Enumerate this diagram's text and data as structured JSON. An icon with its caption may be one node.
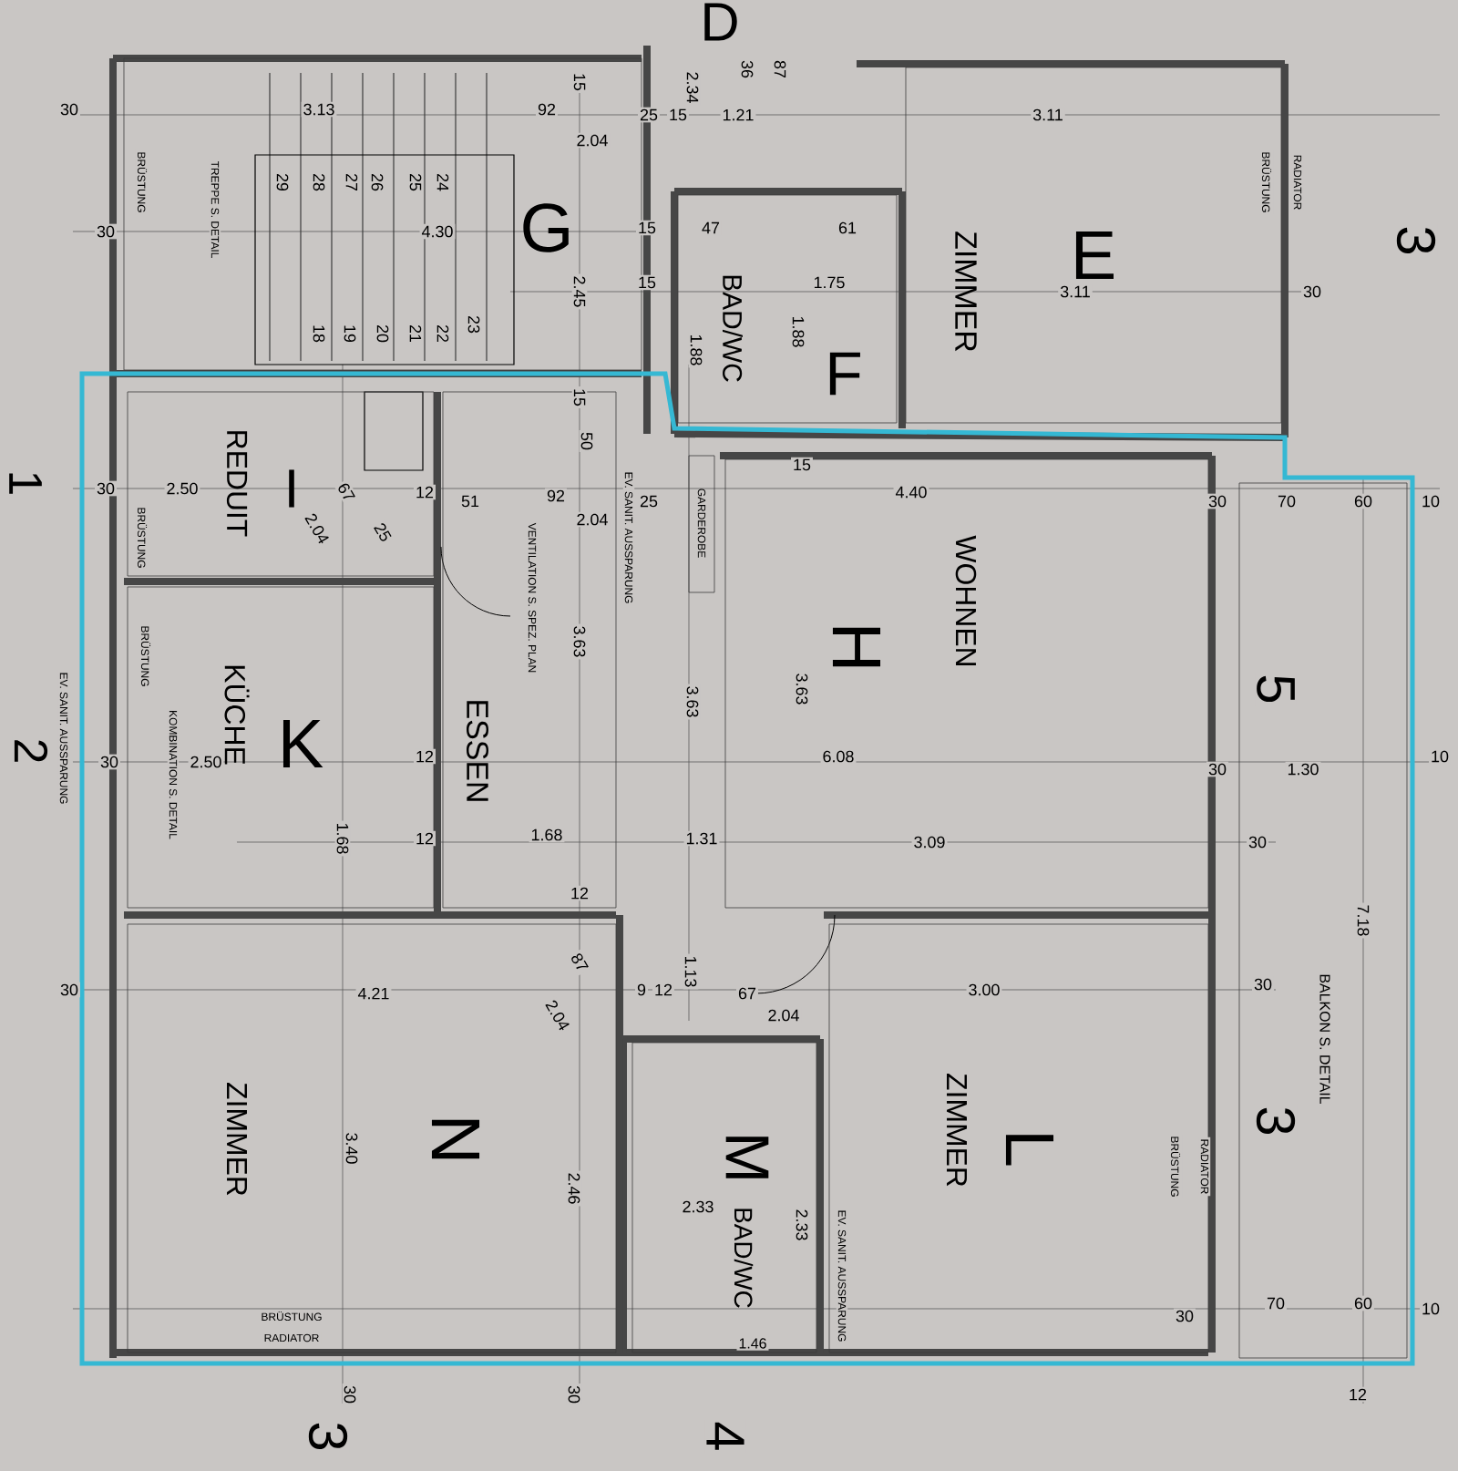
{
  "diagram": {
    "nodes": [
      {
        "text": [
          "G"
        ]
      },
      {
        "text": [
          "F",
          "BAD/WC"
        ]
      },
      {
        "text": [
          "E",
          "ZIMMER"
        ]
      },
      {
        "text": [
          "I",
          "REDUIT"
        ]
      },
      {
        "text": [
          "K",
          "KÜCHE"
        ]
      },
      {
        "text": [
          "ESSEN"
        ]
      },
      {
        "text": [
          "H",
          "WOHNEN"
        ]
      },
      {
        "text": [
          "BALKON S. DETAIL"
        ]
      },
      {
        "text": [
          "N",
          "ZIMMER"
        ]
      },
      {
        "text": [
          "M",
          "BAD/WC"
        ]
      },
      {
        "text": [
          "L",
          "ZIMMER"
        ]
      },
      {
        "text": [
          "GARDEROBE"
        ]
      }
    ],
    "edges": [],
    "labels": [
      "D",
      "30",
      "3.13",
      "TREPPE S. DETAIL",
      "29",
      "28",
      "27",
      "26",
      "25",
      "24",
      "4.30",
      "18",
      "19",
      "20",
      "21",
      "22",
      "23",
      "30",
      "BRÜSTUNG",
      "92",
      "2.04",
      "2.45",
      "15",
      "15",
      "50",
      "2.34",
      "25",
      "15",
      "1.21",
      "36",
      "87",
      "3.11",
      "3.11",
      "47",
      "61",
      "1.75",
      "15",
      "15",
      "1.88",
      "1.88",
      "30",
      "BRÜSTUNG",
      "RADIATOR",
      "3",
      "1",
      "30",
      "2.50",
      "BRÜSTUNG",
      "67",
      "2.04",
      "12",
      "25",
      "51",
      "92",
      "2.04",
      "25",
      "EV. SANIT. AUSSPARUNG",
      "15",
      "4.40",
      "30",
      "70",
      "60",
      "10",
      "VENTILATION S. SPEZ. PLAN",
      "3.63",
      "3.63",
      "3.63",
      "5",
      "EV. SANIT. AUSSPARUNG",
      "2",
      "30",
      "2.50",
      "KOMBINATION S. DETAIL",
      "BRÜSTUNG",
      "12",
      "12",
      "1.68",
      "1.68",
      "1.31",
      "6.08",
      "3.09",
      "30",
      "1.30",
      "10",
      "30",
      "7.18",
      "12",
      "30",
      "4.21",
      "87",
      "2.04",
      "9",
      "12",
      "1.13",
      "67",
      "2.04",
      "3.00",
      "30",
      "3.40",
      "2.46",
      "2.33",
      "2.33",
      "1.46",
      "BRÜSTUNG",
      "RADIATOR",
      "BRÜSTUNG",
      "RADIATOR",
      "EV. SANIT. AUSSPARUNG",
      "3",
      "30",
      "70",
      "60",
      "10",
      "12",
      "30",
      "30",
      "3",
      "4"
    ]
  }
}
